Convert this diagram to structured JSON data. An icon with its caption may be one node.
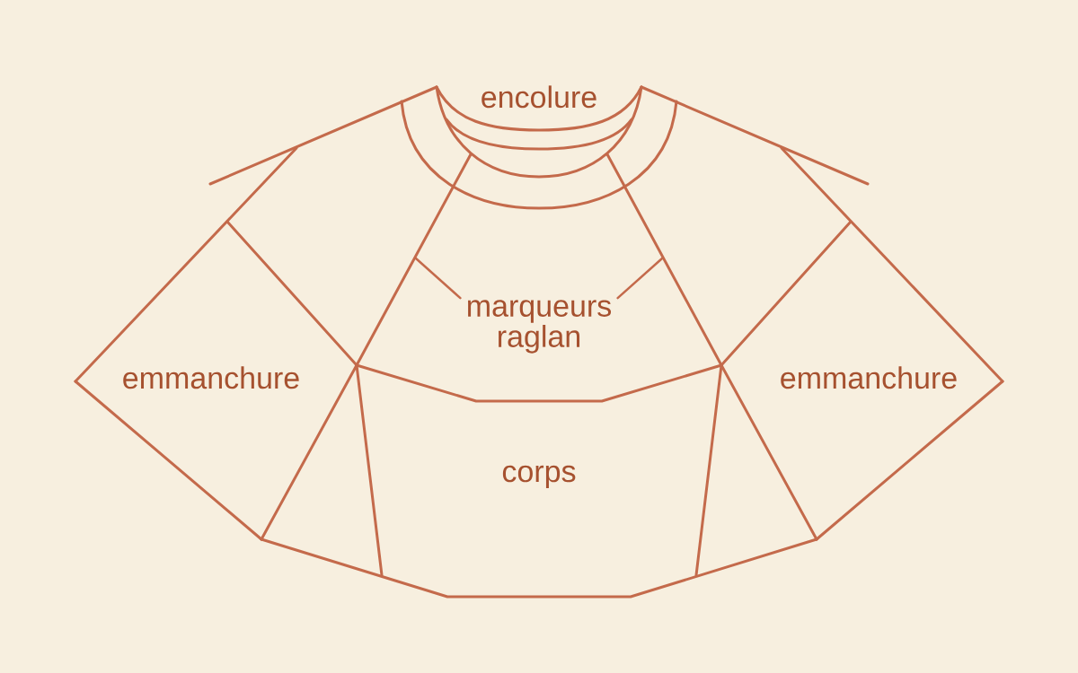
{
  "diagram": {
    "nodes": [
      {
        "text": [
          "marqueurs raglan"
        ]
      },
      {
        "text": [],
        "shape": "line"
      },
      {
        "text": [],
        "shape": "line"
      }
    ],
    "edges": [
      {
        "from": 0,
        "to": 1,
        "arrow": "none"
      },
      {
        "from": 0,
        "to": 2,
        "arrow": "none"
      }
    ],
    "labels": [
      "encolure",
      "emmanchure",
      "emmanchure",
      "corps"
    ]
  }
}
